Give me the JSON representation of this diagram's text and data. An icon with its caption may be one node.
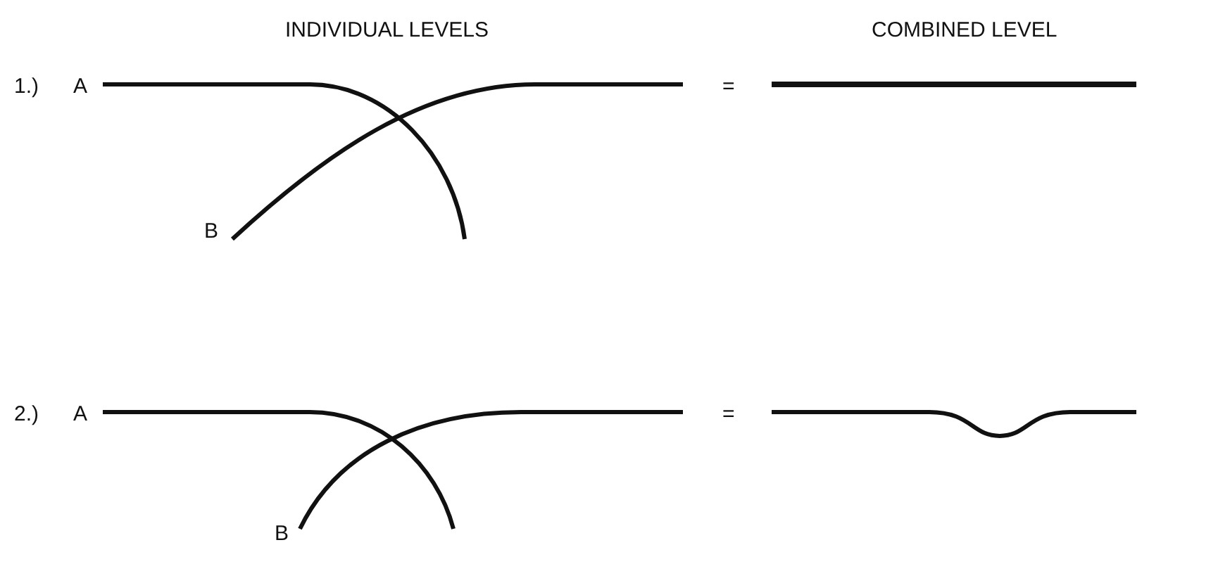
{
  "diagram": {
    "labels": [
      "INDIVIDUAL LEVELS",
      "COMBINED LEVEL",
      "1.)",
      "A",
      "=",
      "B",
      "2.)",
      "A",
      "=",
      "B"
    ]
  }
}
